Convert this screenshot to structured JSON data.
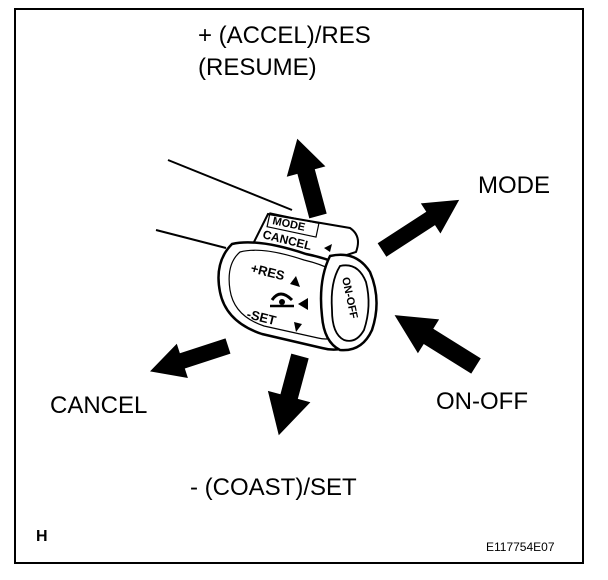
{
  "labels": {
    "accel_line1": "+ (ACCEL)/RES",
    "accel_line2": "(RESUME)",
    "mode": "MODE",
    "cancel": "CANCEL",
    "on_off": "ON-OFF",
    "coast_set": "- (COAST)/SET"
  },
  "switch": {
    "mode_label": "MODE",
    "cancel_label": "CANCEL",
    "res_label": "+RES",
    "set_label": "-SET",
    "onoff_label": "ON-OFF"
  },
  "corner_letter": "H",
  "figure_code": "E117754E07"
}
